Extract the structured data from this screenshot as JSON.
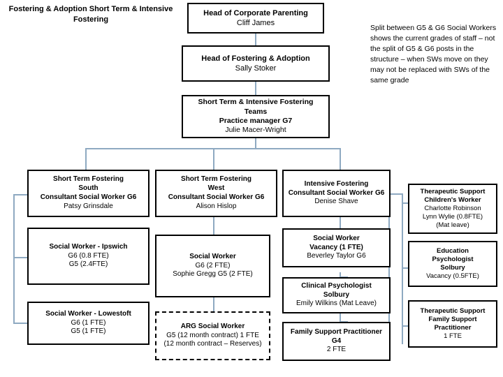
{
  "document": {
    "heading_line1": "Fostering & Adoption",
    "heading_line2": "Short Term & Intensive Fostering",
    "note": "Split between G5 & G6 Social Workers shows the current grades of staff – not the split of G5 & G6 posts in the structure – when SWs move on they may not be replaced with SWs of the same grade"
  },
  "colors": {
    "box_border": "#000000",
    "connector": "#8EA9C1",
    "background": "#ffffff",
    "text": "#000000"
  },
  "boxes": {
    "head_corporate_parenting": {
      "lines": [
        {
          "text": "Head of Corporate Parenting",
          "bold": true
        },
        {
          "text": "Cliff James",
          "bold": false
        }
      ]
    },
    "head_fostering_adoption": {
      "lines": [
        {
          "text": "Head of Fostering & Adoption",
          "bold": true
        },
        {
          "text": "Sally Stoker",
          "bold": false
        }
      ]
    },
    "short_term_intensive_teams": {
      "lines": [
        {
          "text": "Short Term & Intensive Fostering",
          "bold": true
        },
        {
          "text": "Teams",
          "bold": true
        },
        {
          "text": "Practice manager G7",
          "bold": true
        },
        {
          "text": "Julie Macer-Wright",
          "bold": false
        }
      ]
    },
    "stf_south": {
      "lines": [
        {
          "text": "Short Term Fostering",
          "bold": true
        },
        {
          "text": "South",
          "bold": true
        },
        {
          "text": "Consultant Social Worker G6",
          "bold": true
        },
        {
          "text": "Patsy Grinsdale",
          "bold": false
        }
      ]
    },
    "stf_west": {
      "lines": [
        {
          "text": "Short Term Fostering",
          "bold": true
        },
        {
          "text": "West",
          "bold": true
        },
        {
          "text": "Consultant Social Worker G6",
          "bold": true
        },
        {
          "text": "Alison Hislop",
          "bold": false
        }
      ]
    },
    "intensive_fostering": {
      "lines": [
        {
          "text": "Intensive Fostering",
          "bold": true
        },
        {
          "text": "Consultant Social Worker G6",
          "bold": true
        },
        {
          "text": "Denise Shave",
          "bold": false
        }
      ]
    },
    "sw_ipswich": {
      "lines": [
        {
          "text": "Social Worker - Ipswich",
          "bold": true
        },
        {
          "text": "G6 (0.8 FTE)",
          "bold": false
        },
        {
          "text": "G5 (2.4FTE)",
          "bold": false
        }
      ]
    },
    "sw_lowestoft": {
      "lines": [
        {
          "text": "Social Worker - Lowestoft",
          "bold": true
        },
        {
          "text": "G6 (1 FTE)",
          "bold": false
        },
        {
          "text": "G5 (1 FTE)",
          "bold": false
        }
      ]
    },
    "sw_west": {
      "lines": [
        {
          "text": "Social Worker",
          "bold": true
        },
        {
          "text": "G6 (2 FTE)",
          "bold": false
        },
        {
          "text": "Sophie Gregg G5 (2 FTE)",
          "bold": false
        }
      ]
    },
    "arg_social_worker": {
      "lines": [
        {
          "text": "ARG Social Worker",
          "bold": true
        },
        {
          "text": "G5 (12 month contract) 1 FTE",
          "bold": false
        },
        {
          "text": "(12 month contract – Reserves)",
          "bold": false
        }
      ]
    },
    "sw_vacancy": {
      "lines": [
        {
          "text": "Social Worker",
          "bold": true
        },
        {
          "text": "Vacancy (1 FTE)",
          "bold": true
        },
        {
          "text": "Beverley Taylor G6",
          "bold": false
        }
      ]
    },
    "clinical_psychologist": {
      "lines": [
        {
          "text": "Clinical Psychologist",
          "bold": true
        },
        {
          "text": "Solbury",
          "bold": true
        },
        {
          "text": "Emily Wilkins (Mat Leave)",
          "bold": false
        }
      ]
    },
    "family_support_practitioner": {
      "lines": [
        {
          "text": "Family Support Practitioner",
          "bold": true
        },
        {
          "text": "G4",
          "bold": true
        },
        {
          "text": "2 FTE",
          "bold": false
        }
      ]
    },
    "therapeutic_childrens_worker": {
      "lines": [
        {
          "text": "Therapeutic Support",
          "bold": true
        },
        {
          "text": "Children's Worker",
          "bold": true
        },
        {
          "text": "Charlotte Robinson",
          "bold": false
        },
        {
          "text": "Lynn Wylie (0.8FTE)",
          "bold": false
        },
        {
          "text": "(Mat leave)",
          "bold": false
        }
      ]
    },
    "education_psychologist": {
      "lines": [
        {
          "text": "Education",
          "bold": true
        },
        {
          "text": "Psychologist",
          "bold": true
        },
        {
          "text": "Solbury",
          "bold": true
        },
        {
          "text": "Vacancy (0.5FTE)",
          "bold": false
        }
      ]
    },
    "therapeutic_family_support": {
      "lines": [
        {
          "text": "Therapeutic Support",
          "bold": true
        },
        {
          "text": "Family Support",
          "bold": true
        },
        {
          "text": "Practitioner",
          "bold": true
        },
        {
          "text": "1 FTE",
          "bold": false
        }
      ]
    }
  }
}
